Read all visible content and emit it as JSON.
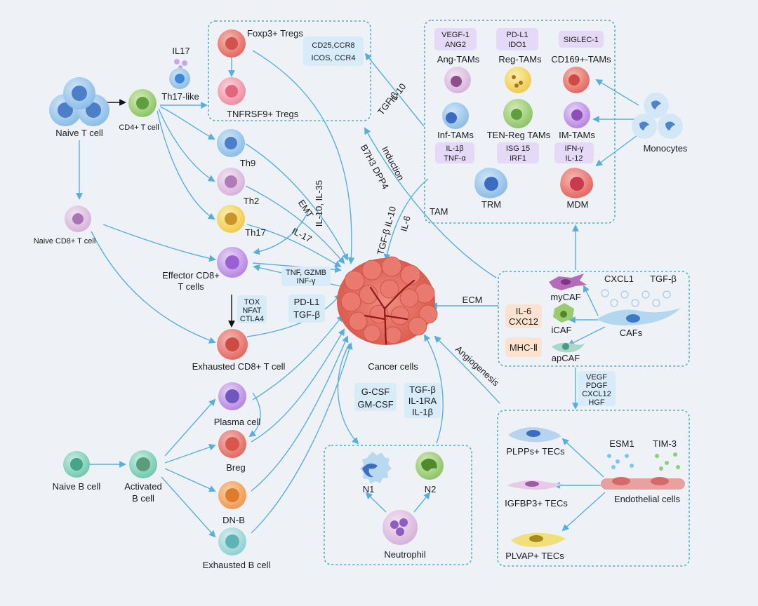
{
  "tcells": {
    "naive_t": "Naive T cell",
    "cd4": "CD4+ T cell",
    "il17": "IL17",
    "th17like": "Th17-like",
    "th9": "Th9",
    "th2": "Th2",
    "th17": "Th17",
    "naive_cd8": "Naive CD8+ T cell",
    "effector_cd8_l1": "Effector CD8+",
    "effector_cd8_l2": "T cells",
    "exhausted_cd8": "Exhausted CD8+ T cell",
    "tox": "TOX",
    "nfat": "NFAT",
    "ctla4": "CTLA4"
  },
  "tregs": {
    "foxp3": "Foxp3+ Tregs",
    "tnfrsf9": "TNFRSF9+ Tregs",
    "m1": "CD25,CCR8",
    "m2": "ICOS, CCR4"
  },
  "bcells": {
    "naive_b": "Naive B cell",
    "activated_l1": "Activated",
    "activated_l2": "B cell",
    "plasma": "Plasma cell",
    "breg": "Breg",
    "dnb": "DN-B",
    "exhausted_b": "Exhausted B cell"
  },
  "tam": {
    "tam_label": "TAM",
    "ang": "Ang-TAMs",
    "ang_m": [
      "VEGF-1",
      "ANG2"
    ],
    "reg": "Reg-TAMs",
    "reg_m": [
      "PD-L1",
      "IDO1"
    ],
    "cd169": "CD169+-TAMs",
    "cd169_m": [
      "SIGLEC-1"
    ],
    "inf": "Inf-TAMs",
    "inf_m": [
      "IL-1β",
      "TNF-α"
    ],
    "tenreg": "TEN-Reg TAMs",
    "tenreg_m": [
      "ISG 15",
      "IRF1"
    ],
    "im": "IM-TAMs",
    "im_m": [
      "IFN-γ",
      "IL-12"
    ],
    "trm": "TRM",
    "mdm": "MDM",
    "monocytes": "Monocytes"
  },
  "caf": {
    "mycaf": "myCAF",
    "icaf": "iCAF",
    "apcaf": "apCAF",
    "cafs": "CAFs",
    "cxcl1": "CXCL1",
    "tgfb": "TGF-β",
    "icaf_m": [
      "IL-6",
      "CXC12"
    ],
    "apcaf_m": [
      "MHC-Ⅱ"
    ],
    "vegf": [
      "VEGF",
      "PDGF",
      "CXCL12",
      "HGF"
    ]
  },
  "tec": {
    "plpps": "PLPPs+ TECs",
    "igfbp3": "IGFBP3+ TECs",
    "plvap": "PLVAP+ TECs",
    "esm1": "ESM1",
    "tim3": "TIM-3",
    "endo": "Endothelial cells"
  },
  "neutro": {
    "n1": "N1",
    "n2": "N2",
    "neutrophil": "Neutrophil",
    "gcsf": [
      "G-CSF",
      "GM-CSF"
    ],
    "tgf": [
      "TGF-β",
      "IL-1RA",
      "IL-1β"
    ]
  },
  "center": {
    "cancer": "Cancer cells",
    "ecm": "ECM",
    "angiogenesis": "Angiogenesis",
    "il10_tgfb": [
      "IL-10",
      "TGF-β"
    ],
    "induction": "Induction",
    "b7h3": "B7H3  DPP4",
    "il10_il35": "IL-10, IL-35",
    "emt": "EMT",
    "il17_arrow": "IL-17",
    "tnf": [
      "TNF, GZMB",
      "INF-γ"
    ],
    "pdl1": [
      "PD-L1",
      "TGF-β"
    ],
    "tgfb_il10": "TGF-β IL-10",
    "il6": "IL-6"
  },
  "colors": {
    "arrow": "#5aaedc",
    "box": "#4ab0c4",
    "purple_label": "#e4d9f7",
    "blue_label": "#d7ebf8",
    "orange_label": "#fbe3cf"
  }
}
